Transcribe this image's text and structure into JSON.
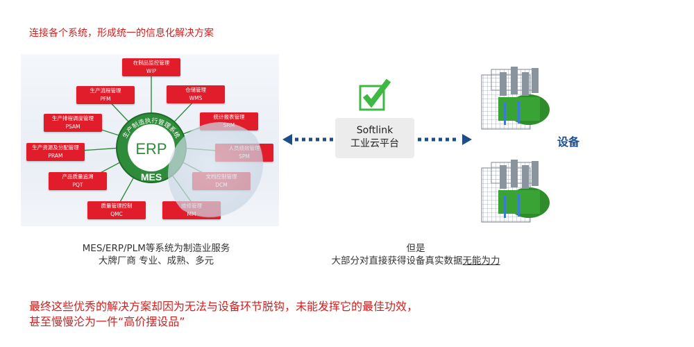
{
  "header": {
    "title": "连接各个系统，形成统一的信息化解决方案"
  },
  "hub": {
    "ring_text": "生产制造执行管理系统",
    "erp_label": "ERP",
    "mes_label": "MES"
  },
  "modules": [
    {
      "cn": "在制品监控管理",
      "en": "WIP"
    },
    {
      "cn": "仓储管理",
      "en": "WMS"
    },
    {
      "cn": "统计报表管理",
      "en": "SRM"
    },
    {
      "cn": "人员绩效管理",
      "en": "SPM"
    },
    {
      "cn": "文档控制管理",
      "en": "DCM"
    },
    {
      "cn": "维修管理",
      "en": "MM"
    },
    {
      "cn": "质量管理控制",
      "en": "QMC"
    },
    {
      "cn": "产品质量追溯",
      "en": "PQT"
    },
    {
      "cn": "生产资源及分配管理",
      "en": "PRAM"
    },
    {
      "cn": "生产排程调度管理",
      "en": "PSAM"
    },
    {
      "cn": "生产流程管理",
      "en": "PFM"
    }
  ],
  "left_caption": {
    "line1": "MES/ERP/PLM等系统为制造业服务",
    "line2": "大牌厂商 专业、成熟、多元"
  },
  "platform": {
    "line1": "Softlink",
    "line2": "工业云平台"
  },
  "device_label": "设备",
  "right_caption": {
    "line1": "但是",
    "line2_prefix": "大部分对直接获得设备真实数据",
    "line2_emph": "无能为力"
  },
  "bottom": {
    "line1": "最终这些优秀的解决方案却因为无法与设备环节脱钩，未能发挥它的最佳功效，",
    "line2": "甚至慢慢沦为一件“高价摆设品”"
  },
  "colors": {
    "accent_red": "#d21f1f",
    "module_red": "#e11d2b",
    "hub_green": "#2e8b3a",
    "check_green": "#3cb843",
    "arrow_blue": "#1f4e86",
    "label_blue": "#1e4d8c"
  },
  "icons": {
    "check": "check-icon",
    "arrow_left": "arrow-left-icon",
    "arrow_right": "arrow-right-icon",
    "engine": "engine-icon"
  }
}
